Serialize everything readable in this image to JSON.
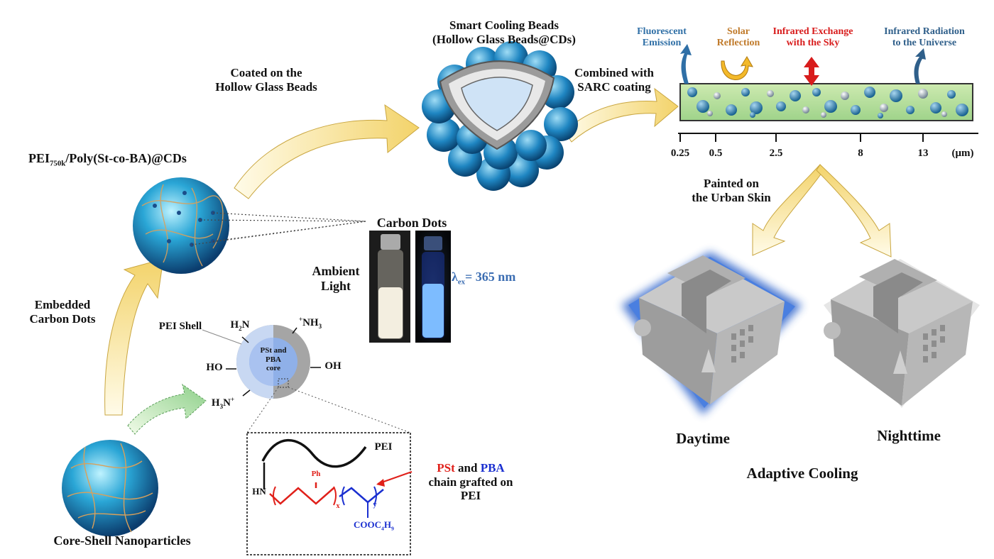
{
  "title": {
    "beads_line1": "Smart Cooling Beads",
    "beads_line2": "(Hollow Glass Beads@CDs)"
  },
  "steps": {
    "coated_line1": "Coated on the",
    "coated_line2": "Hollow Glass Beads",
    "combined_line1": "Combined with",
    "combined_line2": "SARC coating",
    "painted_line1": "Painted on",
    "painted_line2": "the Urban Skin",
    "embedded_line1": "Embedded",
    "embedded_line2": "Carbon Dots"
  },
  "pei_label": {
    "main": "PEI",
    "sub": "750k",
    "rest": "/Poly(St-co-BA)@CDs"
  },
  "carbon_dots": {
    "title": "Carbon Dots",
    "ambient_line1": "Ambient",
    "ambient_line2": "Light",
    "lambda": "λ",
    "lambda_sub": "ex",
    "lambda_value": "= 365 nm"
  },
  "core_shell": {
    "label": "Core-Shell Nanoparticles",
    "shell": "PEI Shell",
    "core_line1": "PSt and",
    "core_line2": "PBA",
    "core_line3": "core",
    "h2n_top_h": "H",
    "h2n_top_sub": "2",
    "h2n_top_n": "N",
    "nh3_sup": "+",
    "nh3_n": "NH",
    "nh3_sub": "3",
    "ho": "HO",
    "oh": "OH",
    "h3n": "H",
    "h3n_sub": "3",
    "h3n_n": "N",
    "h3n_sup": "+"
  },
  "polymer": {
    "pei": "PEI",
    "hn": "HN",
    "ph": "Ph",
    "x": "x",
    "y": "y",
    "cooc": "COOC",
    "cooc_sub1": "4",
    "cooc_h": "H",
    "cooc_sub2": "9",
    "pst": "PSt",
    "and": " and ",
    "pba": "PBA",
    "chain_line1": "chain grafted on",
    "chain_line2": "PEI"
  },
  "spectrum": {
    "fluorescent_line1": "Fluorescent",
    "fluorescent_line2": "Emission",
    "solar_line1": "Solar",
    "solar_line2": "Reflection",
    "infrared_line1": "Infrared Exchange",
    "infrared_line2": "with the Sky",
    "radiation_line1": "Infrared Radiation",
    "radiation_line2": "to the Universe",
    "ticks": [
      "0.25",
      "0.5",
      "2.5",
      "8",
      "13"
    ],
    "unit": "(μm)"
  },
  "buildings": {
    "daytime": "Daytime",
    "nighttime": "Nighttime",
    "adaptive": "Adaptive Cooling"
  },
  "colors": {
    "arrow_fill": "#f3d36a",
    "fluorescent": "#2f6fa6",
    "solar": "#c07a2a",
    "infrared": "#d81c1c",
    "radiation": "#2f5f8a",
    "pst": "#e0201a",
    "pba": "#1a2fd0",
    "lambda": "#3b6db2",
    "day_glow": "#3366cc"
  }
}
